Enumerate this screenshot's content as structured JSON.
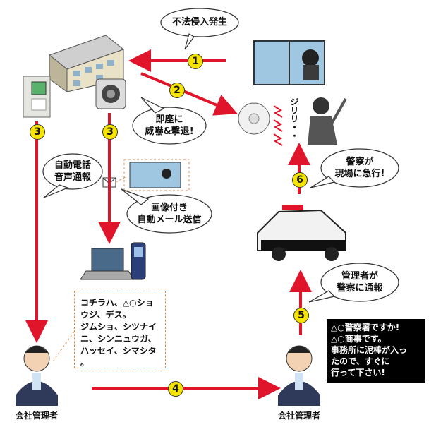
{
  "bubbles": {
    "intrusion": "不法侵入発生",
    "threat_line1": "即座に",
    "threat_line2": "威嚇&撃退!",
    "auto_call_line1": "自動電話",
    "auto_call_line2": "音声通報",
    "image_mail_line1": "画像付き",
    "image_mail_line2": "自動メール送信",
    "police_rush_line1": "警察が",
    "police_rush_line2": "現場に急行!",
    "manager_report_line1": "管理者が",
    "manager_report_line2": "警察に通報"
  },
  "steps": [
    "1",
    "2",
    "3",
    "3",
    "4",
    "5",
    "6"
  ],
  "siren_text": "ジリリ・・",
  "auto_voice_message": [
    "コチラハ、△○ショ",
    "ウジ、デス。",
    "ジムショ、シツナイ",
    "ニ、シンニュウガ、",
    "ハッセイ、シマシタ",
    "。"
  ],
  "manager_call_message": [
    "△○警察署ですか!",
    "△○商事です。",
    "事務所に泥棒が入っ",
    "たので、すぐに",
    "行って下さい!"
  ],
  "captions": {
    "manager_left": "会社管理者",
    "manager_right": "会社管理者"
  },
  "colors": {
    "arrow": "#e0142a",
    "badge": "#f6e400",
    "dash": "#e08a4a"
  }
}
